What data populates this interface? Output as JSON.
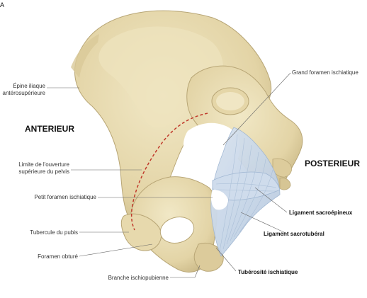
{
  "figure": {
    "corner_letter": "A",
    "orientation": {
      "anterior": "ANTERIEUR",
      "posterior": "POSTERIEUR"
    },
    "labels": {
      "epine_line1": "Épine iliaque",
      "epine_line2": "antérosupérieure",
      "limite_line1": "Limite de l'ouverture",
      "limite_line2": "supérieure du pelvis",
      "petit_foramen": "Petit foramen ischiatique",
      "tubercule": "Tubercule du pubis",
      "foramen_obture": "Foramen obturé",
      "branche": "Branche ischiopubienne",
      "grand_foramen": "Grand foramen ischiatique",
      "lig_sacroepineux": "Ligament sacroépineux",
      "lig_sacrotuberal": "Ligament sacrotubéral",
      "tuberosite": "Tubérosité ischiatique"
    },
    "colors": {
      "bone": "#e8dcb2",
      "bone_shadow": "#c9b98a",
      "bone_dark": "#a8966a",
      "ligament": "#c7d6e8",
      "ligament_line": "#9fb6d2",
      "pelvic_brim_dashed": "#c0392b",
      "leader_line": "#555555"
    }
  }
}
